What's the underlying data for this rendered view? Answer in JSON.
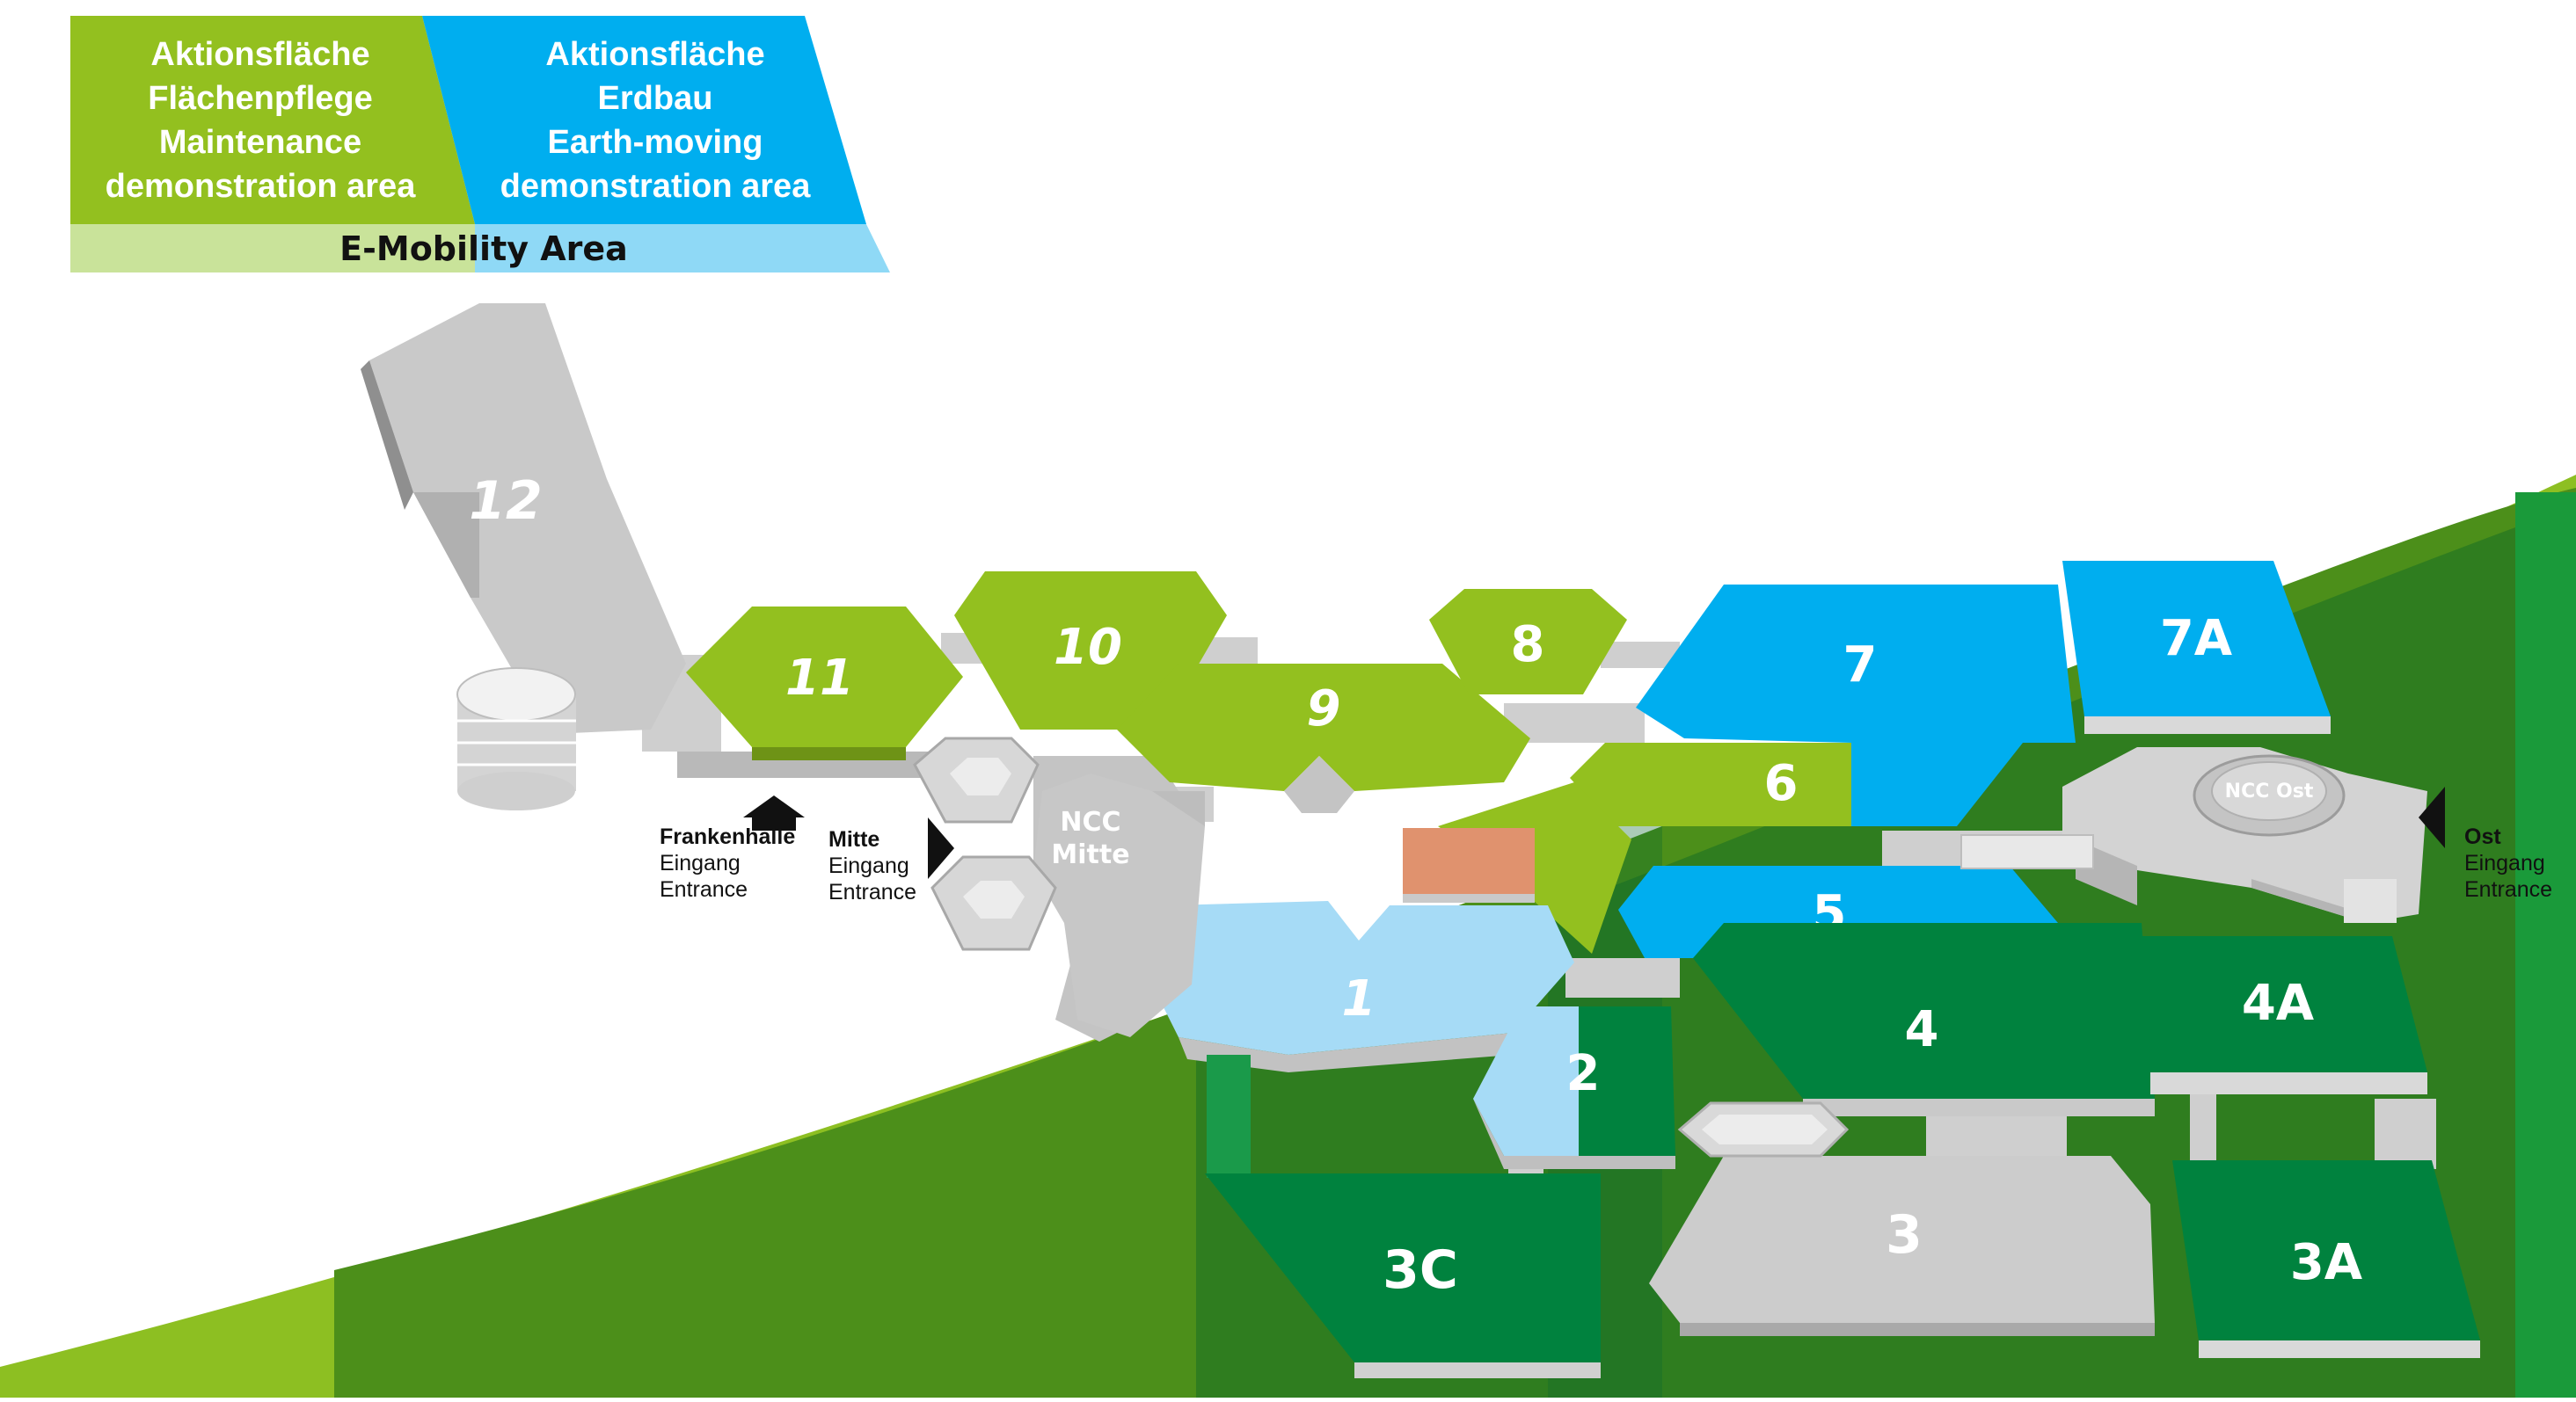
{
  "legend": {
    "green_box": [
      "Aktionsfläche",
      "Flächenpflege",
      "Maintenance",
      "demonstration area"
    ],
    "blue_box": [
      "Aktionsfläche",
      "Erdbau",
      "Earth-moving",
      "demonstration area"
    ],
    "emobility": "E-Mobility Area"
  },
  "colors": {
    "lime": "#93c01f",
    "blue": "#00aeef",
    "light_blue": "#a6dbf6",
    "dark_green": "#00823e",
    "gray": "#cfcfcf",
    "e_mobility": "#e0926e",
    "bg_dark_green": "#2f7d1f",
    "bg_lime": "#8dbf22"
  },
  "halls": {
    "h12": "12",
    "h11": "11",
    "h10": "10",
    "h9": "9",
    "h8": "8",
    "h7": "7",
    "h7a": "7A",
    "h6": "6",
    "h5": "5",
    "h4": "4",
    "h4a": "4A",
    "h1": "1",
    "h2": "2",
    "h3": "3",
    "h3a": "3A",
    "h3c": "3C",
    "ncc_mitte_1": "NCC",
    "ncc_mitte_2": "Mitte",
    "ncc_ost": "NCC Ost"
  },
  "entrances": {
    "frankenhalle": {
      "name": "Frankenhalle",
      "line1": "Eingang",
      "line2": "Entrance"
    },
    "mitte": {
      "name": "Mitte",
      "line1": "Eingang",
      "line2": "Entrance"
    },
    "ost": {
      "name": "Ost",
      "line1": "Eingang",
      "line2": "Entrance"
    }
  }
}
